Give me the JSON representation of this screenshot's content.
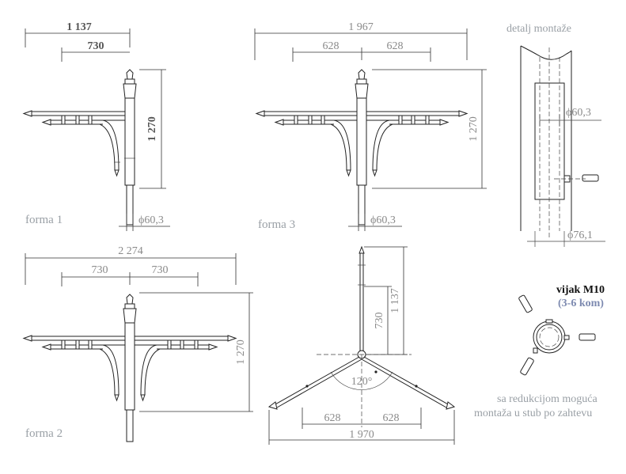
{
  "forma1": {
    "label": "forma 1",
    "dim_total": "1 137",
    "dim_arm": "730",
    "dim_height": "1 270",
    "dim_diameter": "ϕ60,3"
  },
  "forma2": {
    "label": "forma 2",
    "dim_total": "2 274",
    "dim_arm_left": "730",
    "dim_arm_right": "730",
    "dim_height": "1 270"
  },
  "forma3": {
    "label": "forma 3",
    "dim_total": "1 967",
    "dim_arm_left": "628",
    "dim_arm_right": "628",
    "dim_height": "1 270",
    "dim_diameter": "ϕ60,3"
  },
  "top_view": {
    "dim_vertical_outer": "1 137",
    "dim_vertical_inner": "730",
    "angle": "120°",
    "dim_left": "628",
    "dim_right": "628",
    "dim_total": "1 970"
  },
  "detail": {
    "title": "detalj montaže",
    "dim_inner": "ϕ60,3",
    "dim_outer": "ϕ76,1"
  },
  "bolt": {
    "title": "vijak M10",
    "qty": "(3-6 kom)",
    "note_line1": "sa redukcijom moguća",
    "note_line2": "montaža u stub po zahtevu"
  }
}
